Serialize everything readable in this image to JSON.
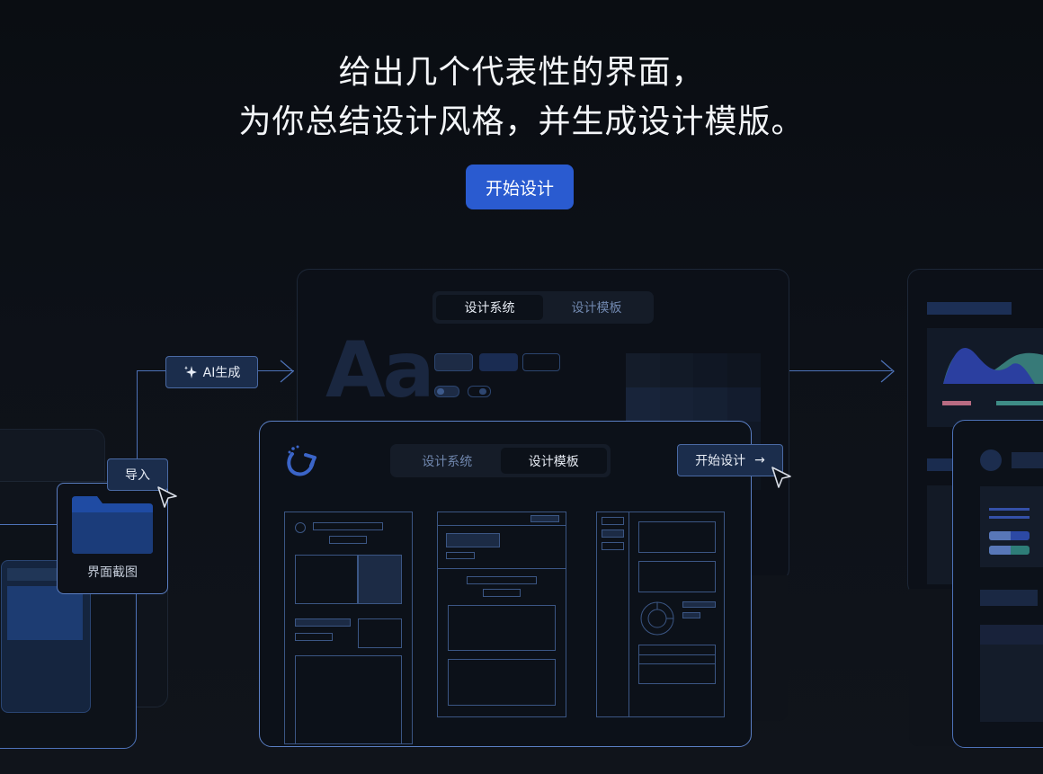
{
  "hero": {
    "line1": "给出几个代表性的界面，",
    "line2": "为你总结设计风格，并生成设计模版。",
    "cta_label": "开始设计"
  },
  "flow": {
    "ai_tag": "AI生成",
    "import_tag": "导入",
    "folder_label": "界面截图"
  },
  "back_card": {
    "tabs": [
      {
        "label": "设计系统",
        "active": true
      },
      {
        "label": "设计模板",
        "active": false
      }
    ],
    "type_sample": "Aa"
  },
  "front_card": {
    "tabs": [
      {
        "label": "设计系统",
        "active": false
      },
      {
        "label": "设计模板",
        "active": true
      }
    ],
    "start_button": "开始设计",
    "start_arrow": "→"
  },
  "colors": {
    "accent": "#2a5bd0",
    "line": "#4d72b8",
    "chart_blue": "#2b3fa0",
    "chart_teal": "#3e8c86",
    "chart_pink": "#b86b82"
  },
  "icons": [
    "sparkle-icon",
    "cursor-icon",
    "folder-icon",
    "logo-icon",
    "arrow-right-icon"
  ]
}
